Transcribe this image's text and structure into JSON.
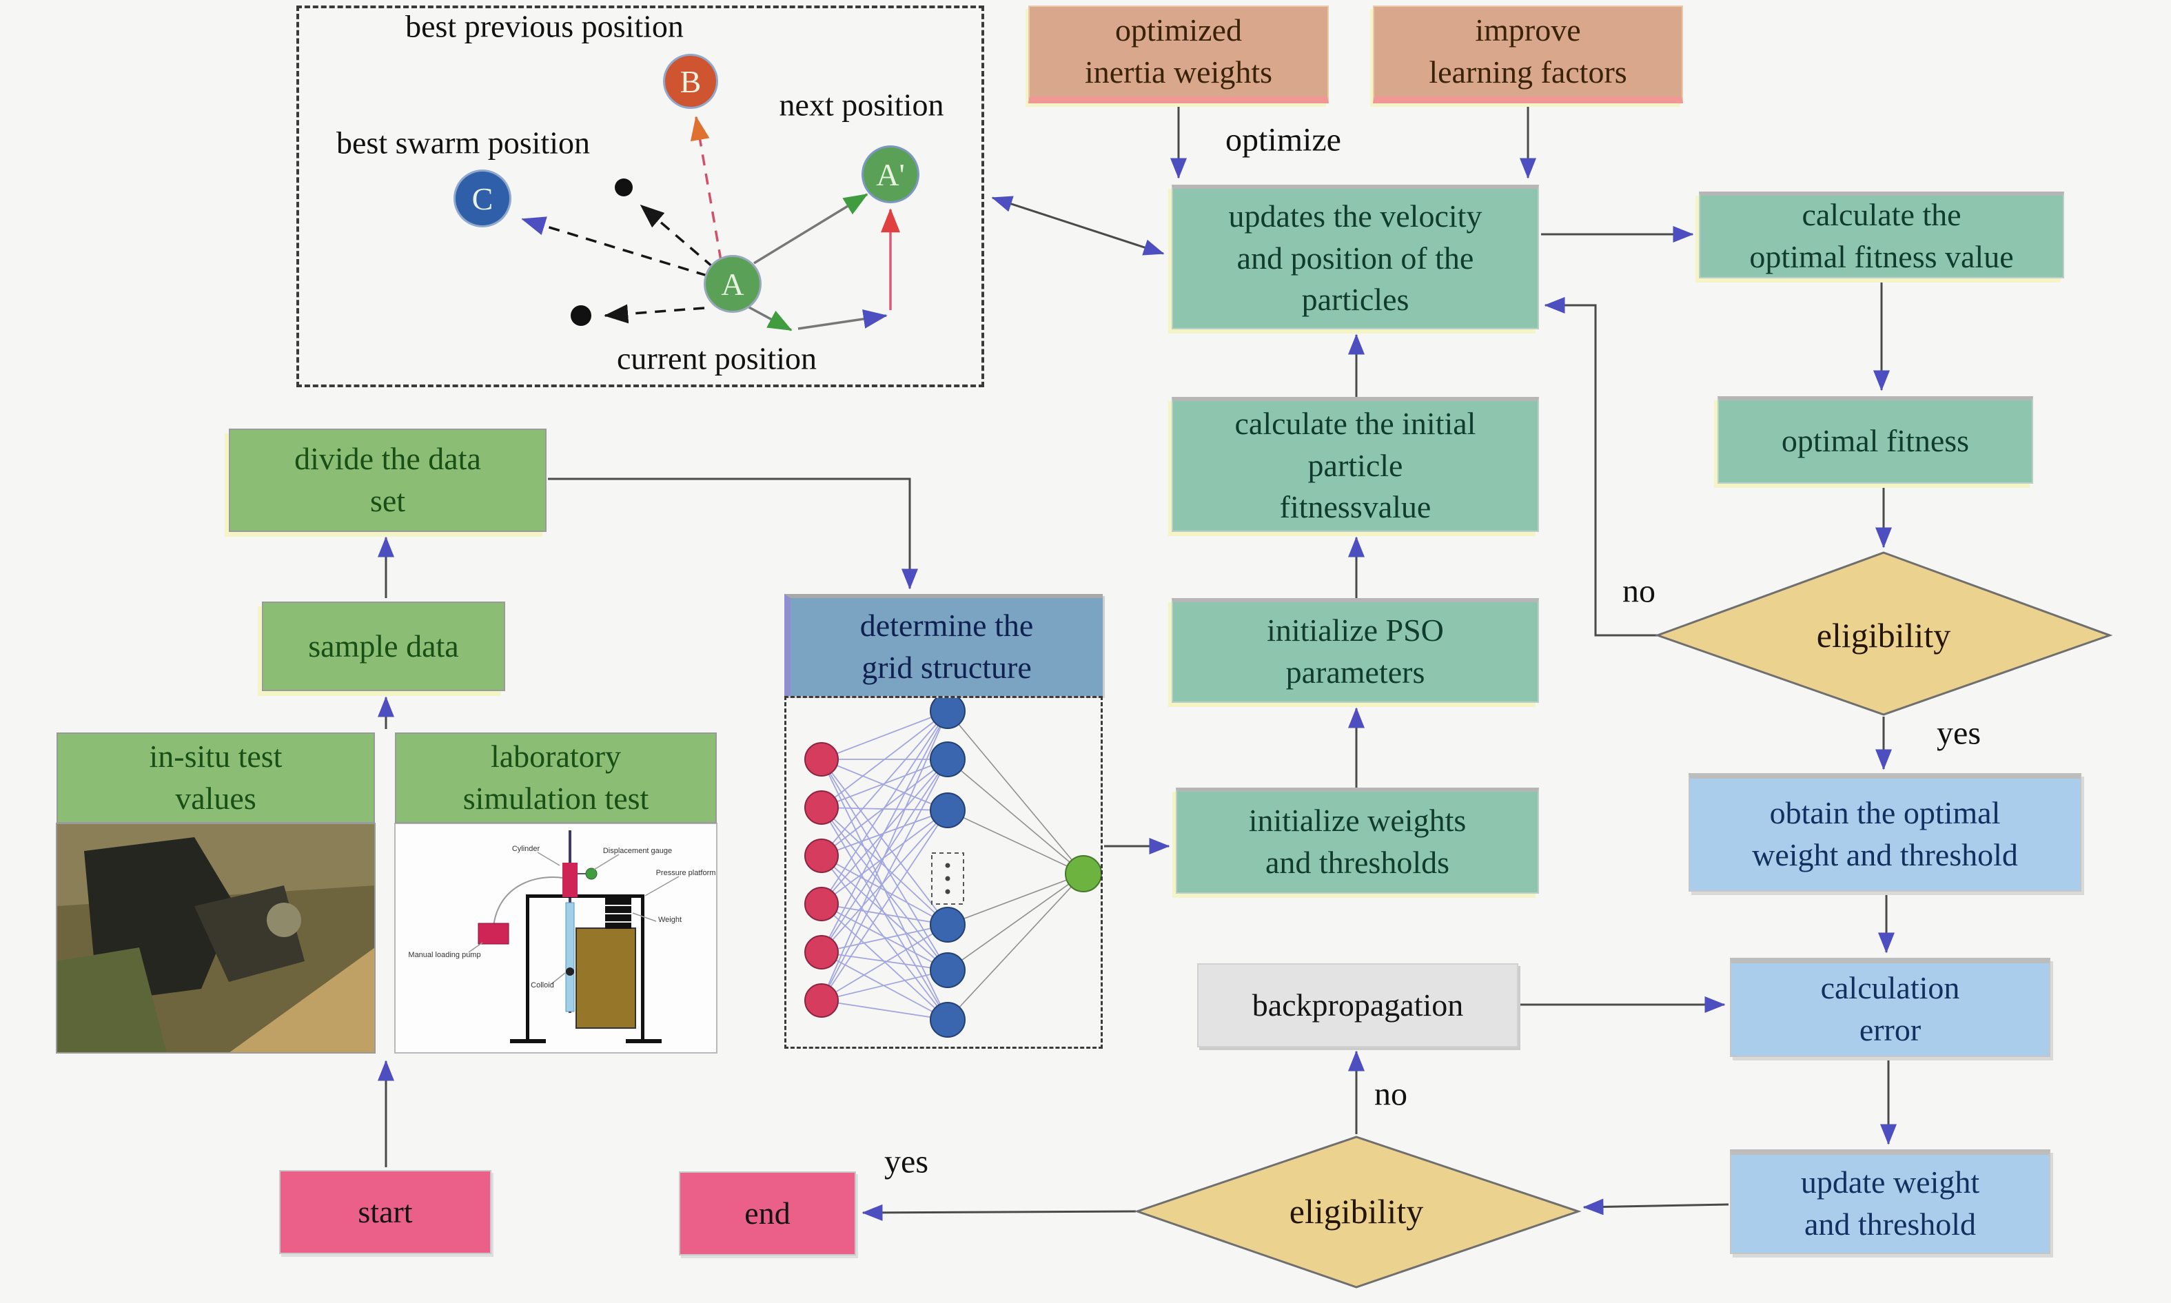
{
  "flow": {
    "inertia": {
      "l1": "optimized",
      "l2": "inertia weights"
    },
    "learning": {
      "l1": "improve",
      "l2": "learning factors"
    },
    "optimize_label": "optimize",
    "updates": {
      "l1": "updates the velocity",
      "l2": "and position of the",
      "l3": "particles"
    },
    "calc_fitness": {
      "l1": "calculate the",
      "l2": "optimal fitness value"
    },
    "optimal_fitness": {
      "l1": "optimal fitness"
    },
    "eligibility_top": {
      "label": "eligibility",
      "no": "no",
      "yes": "yes"
    },
    "obtain": {
      "l1": "obtain the optimal",
      "l2": "weight and threshold"
    },
    "calc_error": {
      "l1": "calculation",
      "l2": "error"
    },
    "update_weight": {
      "l1": "update weight",
      "l2": "and threshold"
    },
    "backprop": {
      "l1": "backpropagation"
    },
    "eligibility_bottom": {
      "label": "eligibility",
      "no": "no",
      "yes": "yes"
    },
    "end_box": {
      "l1": "end"
    },
    "start_box": {
      "l1": "start"
    },
    "init_fitness": {
      "l1": "calculate the initial",
      "l2": "particle",
      "l3": "fitnessvalue"
    },
    "pso_params": {
      "l1": "initialize PSO",
      "l2": "parameters"
    },
    "init_weights": {
      "l1": "initialize weights",
      "l2": "and thresholds"
    },
    "determine": {
      "l1": "determine the",
      "l2": "grid structure"
    },
    "divide": {
      "l1": "divide the data",
      "l2": "set"
    },
    "sample": {
      "l1": "sample data"
    },
    "insitu": {
      "l1": "in-situ test",
      "l2": "values"
    },
    "lab": {
      "l1": "laboratory",
      "l2": "simulation test"
    }
  },
  "pso_inset": {
    "best_previous": "best previous position",
    "next": "next position",
    "best_swarm": "best swarm position",
    "current": "current position",
    "particle_b": "B",
    "particle_a_next": "A'",
    "particle_c": "C",
    "particle_a": "A"
  },
  "lab_schematic": {
    "cylinder": "Cylinder",
    "displacement": "Displacement gauge",
    "pressure": "Pressure platform",
    "weight": "Weight",
    "pump": "Manual loading pump",
    "colloid": "Colloid"
  },
  "colors": {
    "background": "#f6f6f4",
    "teal_box": "#8ec5ae",
    "green_box": "#8cbd74",
    "tan_box": "#d9a88c",
    "steel_box": "#7ba3c2",
    "lightblue_box": "#a9cdea",
    "pink_box": "#ea6088",
    "gray_box": "#e3e3e3",
    "diamond": "#ecd28f",
    "arrow_line": "#4a4a4a",
    "arrow_head": "#4d4fc0",
    "nn_input_node": "#d63c5e",
    "nn_hidden_node": "#3a66b0",
    "nn_output_node": "#6cb33f"
  }
}
